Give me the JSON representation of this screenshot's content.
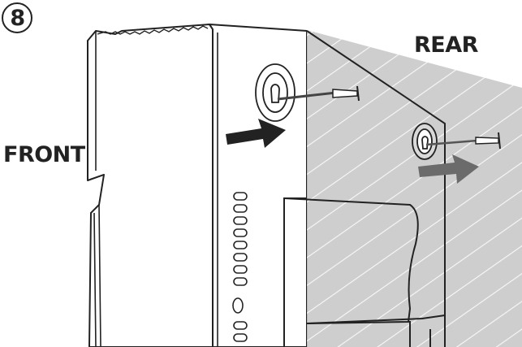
{
  "step": {
    "number": "8"
  },
  "labels": {
    "front": "FRONT",
    "rear": "REAR"
  },
  "colors": {
    "outline": "#222222",
    "wall": "#c9c9c9",
    "wall_stripes": "#ffffff",
    "arrow_front": "#222222",
    "arrow_rear": "#6b6b6b",
    "screw": "#7a7a7a"
  },
  "icons": [
    "keyhole-slot-icon",
    "screw-icon",
    "arrow-right-icon"
  ]
}
